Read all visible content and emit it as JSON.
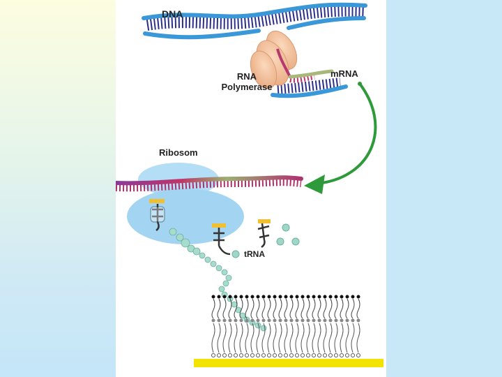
{
  "labels": {
    "dna": "DNA",
    "rna_polymerase_line1": "RNA",
    "rna_polymerase_line2": "Polymerase",
    "mrna": "mRNA",
    "ribosome": "Ribosom",
    "trna": "tRNA"
  },
  "colors": {
    "dna_strand": "#2f8fd0",
    "dna_bases": "#2b2f8c",
    "polymerase": "#f0b890",
    "mrna_strand": "#c0306a",
    "arrow": "#2e9a3a",
    "ribosome": "#a8d8f2",
    "amino_acid": "#9fd6c8",
    "membrane_base": "#f2e400"
  }
}
